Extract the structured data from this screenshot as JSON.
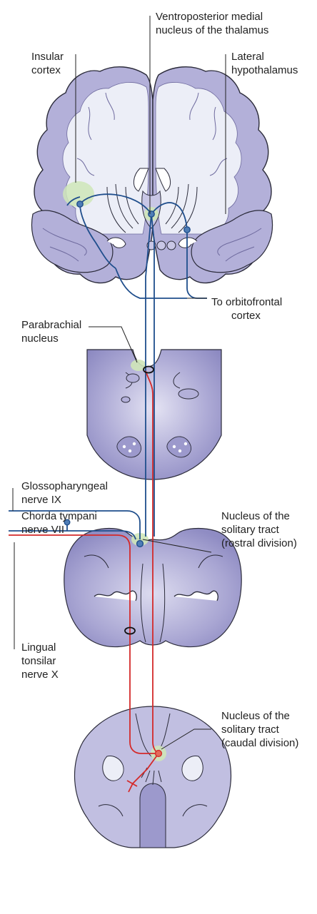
{
  "labels": {
    "vpm": [
      "Ventroposterior medial",
      "nucleus of the thalamus"
    ],
    "insular": [
      "Insular",
      "cortex"
    ],
    "lateral_hypo": [
      "Lateral",
      "hypothalamus"
    ],
    "orbitofrontal": [
      "To orbitofrontal",
      "cortex"
    ],
    "parabrachial": [
      "Parabrachial",
      "nucleus"
    ],
    "glosso": [
      "Glossopharyngeal",
      "nerve IX"
    ],
    "chorda": [
      "Chorda tympani",
      "nerve VII"
    ],
    "nts_rostral": [
      "Nucleus of the",
      "solitary tract",
      "(rostral division)"
    ],
    "lingual": [
      "Lingual",
      "tonsilar",
      "nerve X"
    ],
    "nts_caudal": [
      "Nucleus of the",
      "solitary tract",
      "(caudal division)"
    ]
  },
  "colors": {
    "tissue": "#b3b0d9",
    "tissue_dark": "#8e8bc2",
    "white_matter": "#eceef7",
    "blue_path": "#1f4e8c",
    "red_path": "#d42a2a",
    "nucleus_highlight": "#cfe6b8",
    "outline": "#2b2b3a"
  }
}
